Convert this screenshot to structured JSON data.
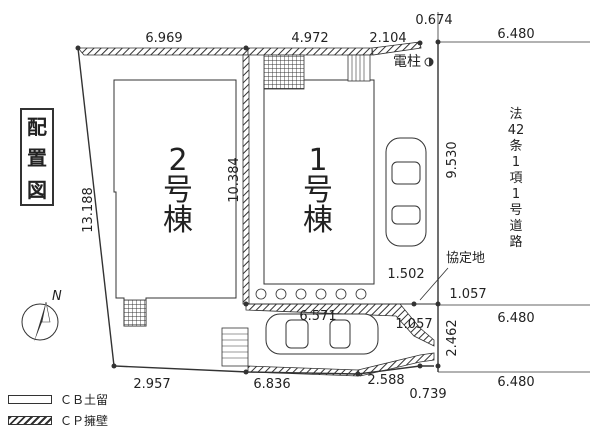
{
  "title": [
    "配",
    "置",
    "図"
  ],
  "buildings": {
    "b2": {
      "num": "2",
      "c1": "号",
      "c2": "棟"
    },
    "b1": {
      "num": "1",
      "c1": "号",
      "c2": "棟"
    }
  },
  "dimensions": {
    "top_left": "6.969",
    "top_mid": "4.972",
    "top_small": "2.104",
    "top_corner": "0.674",
    "road_top": "6.480",
    "left_side": "13.188",
    "mid_div": "10.384",
    "right_side": "9.530",
    "d1502": "1.502",
    "d1057a": "1.057",
    "d1057b": "1.057",
    "d6571": "6.571",
    "road_mid": "6.480",
    "d2462": "2.462",
    "road_bottom": "6.480",
    "bottom_left": "2.957",
    "bottom_mid": "6.836",
    "bottom_small": "2.588",
    "bottom_corner": "0.739"
  },
  "labels": {
    "pole": "電柱",
    "agreement": "協定地",
    "north": "N"
  },
  "road_label": [
    "法",
    "42",
    "条",
    "1",
    "項",
    "1",
    "号",
    "道",
    "路"
  ],
  "legend": [
    {
      "label": "ＣＢ土留",
      "style": "plain"
    },
    {
      "label": "ＣＰ擁壁",
      "style": "hatch"
    }
  ]
}
